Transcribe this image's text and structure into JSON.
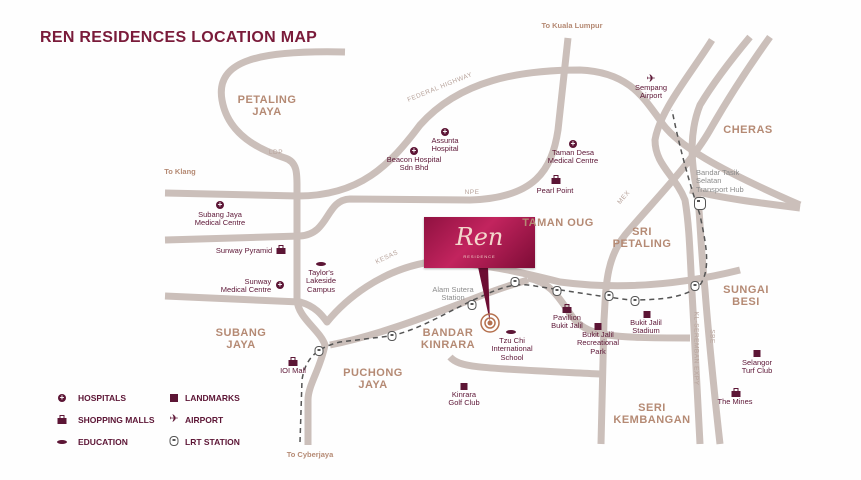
{
  "title": "REN RESIDENCES LOCATION MAP",
  "colors": {
    "title": "#7a1b3a",
    "road": "#cbbfba",
    "area_label": "#b58a74",
    "poi": "#5c1535",
    "lrt_line": "#555555",
    "marker": "#b5714f"
  },
  "project": {
    "logo": "Ren",
    "subtitle": "RESIDENCE"
  },
  "directions": {
    "kl": "To Kuala Lumpur",
    "klang": "To Klang",
    "cyberjaya": "To Cyberjaya"
  },
  "roads": {
    "federal": "FEDERAL HIGHWAY",
    "ldp": "LDP",
    "npe": "NPE",
    "kesas": "KESAS",
    "mex": "MEX",
    "kl_seremban": "KL-SEREMBAN EXPY",
    "sbe": "SBE"
  },
  "areas": {
    "pj": "PETALING\nJAYA",
    "taman_oug": "TAMAN OUG",
    "sri_petaling": "SRI\nPETALING",
    "cheras": "CHERAS",
    "sungai_besi": "SUNGAI\nBESI",
    "bandar_kinrara": "BANDAR\nKINRARA",
    "subang_jaya": "SUBANG\nJAYA",
    "puchong_jaya": "PUCHONG\nJAYA",
    "seri_kembangan": "SERI\nKEMBANGAN"
  },
  "pois": {
    "assunta": {
      "label": "Assunta\nHospital",
      "icon": "hospital-icon"
    },
    "beacon": {
      "label": "Beacon Hospital\nSdn Bhd",
      "icon": "hospital-icon"
    },
    "taman_desa": {
      "label": "Taman Desa\nMedical Centre",
      "icon": "hospital-icon"
    },
    "pearl_point": {
      "label": "Pearl Point",
      "icon": "shopping-bag-icon"
    },
    "sempang": {
      "label": "Sempang\nAirport",
      "icon": "airplane-icon"
    },
    "bts": {
      "label": "Bandar Tasik\nSelatan\nTransport Hub",
      "icon": "lrt-icon"
    },
    "subang_medical": {
      "label": "Subang Jaya\nMedical Centre",
      "icon": "hospital-icon"
    },
    "sunway_pyramid": {
      "label": "Sunway Pyramid",
      "icon": "shopping-bag-icon"
    },
    "sunway_medical": {
      "label": "Sunway\nMedical Centre",
      "icon": "hospital-icon"
    },
    "taylors": {
      "label": "Taylor's\nLakeside\nCampus",
      "icon": "graduation-cap-icon"
    },
    "alam_sutera": {
      "label": "Alam Sutera\nStation",
      "icon": "lrt-icon"
    },
    "tzu_chi": {
      "label": "Tzu Chi\nInternational\nSchool",
      "icon": "graduation-cap-icon"
    },
    "pavillion": {
      "label": "Pavillion\nBukit Jalil",
      "icon": "shopping-bag-icon"
    },
    "bj_park": {
      "label": "Bukit Jalil\nRecreational\nPark",
      "icon": "landmark-icon"
    },
    "bj_stadium": {
      "label": "Bukit Jalil\nStadium",
      "icon": "landmark-icon"
    },
    "selangor_turf": {
      "label": "Selangor\nTurf Club",
      "icon": "landmark-icon"
    },
    "the_mines": {
      "label": "The Mines",
      "icon": "shopping-bag-icon"
    },
    "kinrara_golf": {
      "label": "Kinrara\nGolf Club",
      "icon": "landmark-icon"
    },
    "ioi_mall": {
      "label": "IOI Mall",
      "icon": "shopping-bag-icon"
    }
  },
  "legend": [
    {
      "label": "HOSPITALS",
      "icon": "hospital-icon"
    },
    {
      "label": "SHOPPING MALLS",
      "icon": "shopping-bag-icon"
    },
    {
      "label": "EDUCATION",
      "icon": "graduation-cap-icon"
    },
    {
      "label": "LANDMARKS",
      "icon": "landmark-icon"
    },
    {
      "label": "AIRPORT",
      "icon": "airplane-icon"
    },
    {
      "label": "LRT STATION",
      "icon": "lrt-icon"
    }
  ]
}
